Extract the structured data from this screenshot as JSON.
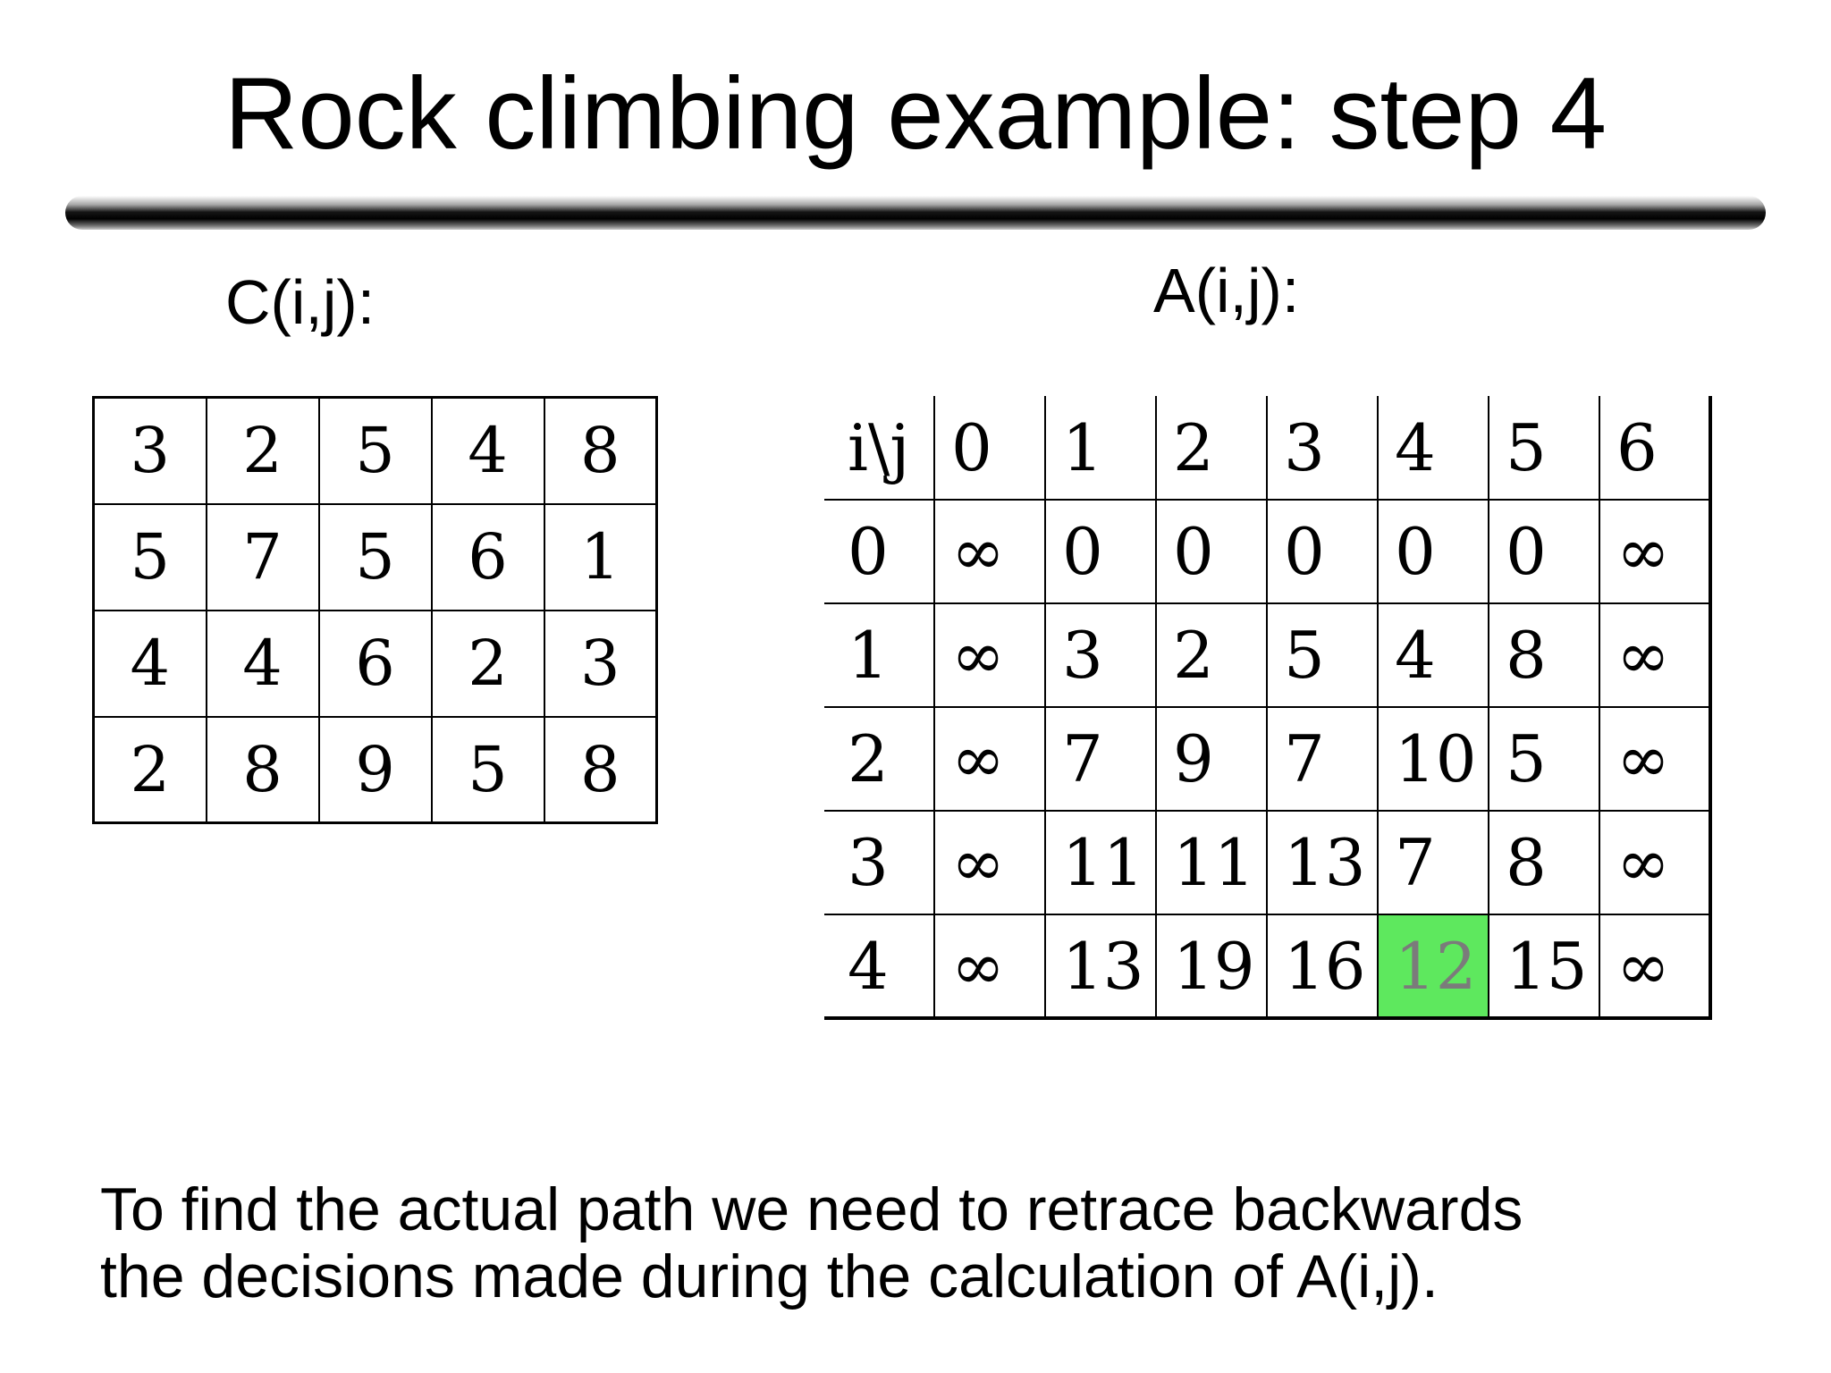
{
  "slide": {
    "title": "Rock climbing example: step 4",
    "c_table": {
      "label": "C(i,j):",
      "rows": [
        [
          "3",
          "2",
          "5",
          "4",
          "8"
        ],
        [
          "5",
          "7",
          "5",
          "6",
          "1"
        ],
        [
          "4",
          "4",
          "6",
          "2",
          "3"
        ],
        [
          "2",
          "8",
          "9",
          "5",
          "8"
        ]
      ]
    },
    "a_table": {
      "label": "A(i,j):",
      "header": [
        "i\\j",
        "0",
        "1",
        "2",
        "3",
        "4",
        "5",
        "6"
      ],
      "rows": [
        [
          "0",
          "∞",
          "0",
          "0",
          "0",
          "0",
          "0",
          "∞"
        ],
        [
          "1",
          "∞",
          "3",
          "2",
          "5",
          "4",
          "8",
          "∞"
        ],
        [
          "2",
          "∞",
          "7",
          "9",
          "7",
          "10",
          "5",
          "∞"
        ],
        [
          "3",
          "∞",
          "11",
          "11",
          "13",
          "7",
          "8",
          "∞"
        ],
        [
          "4",
          "∞",
          "13",
          "19",
          "16",
          "12",
          "15",
          "∞"
        ]
      ],
      "highlight": {
        "row": 4,
        "col": 5,
        "color": "#5ee85e",
        "text_color": "#7b7b7b"
      }
    },
    "footer_lines": [
      "To find the actual path we need to retrace backwards",
      "the decisions made during the calculation of A(i,j)."
    ]
  }
}
